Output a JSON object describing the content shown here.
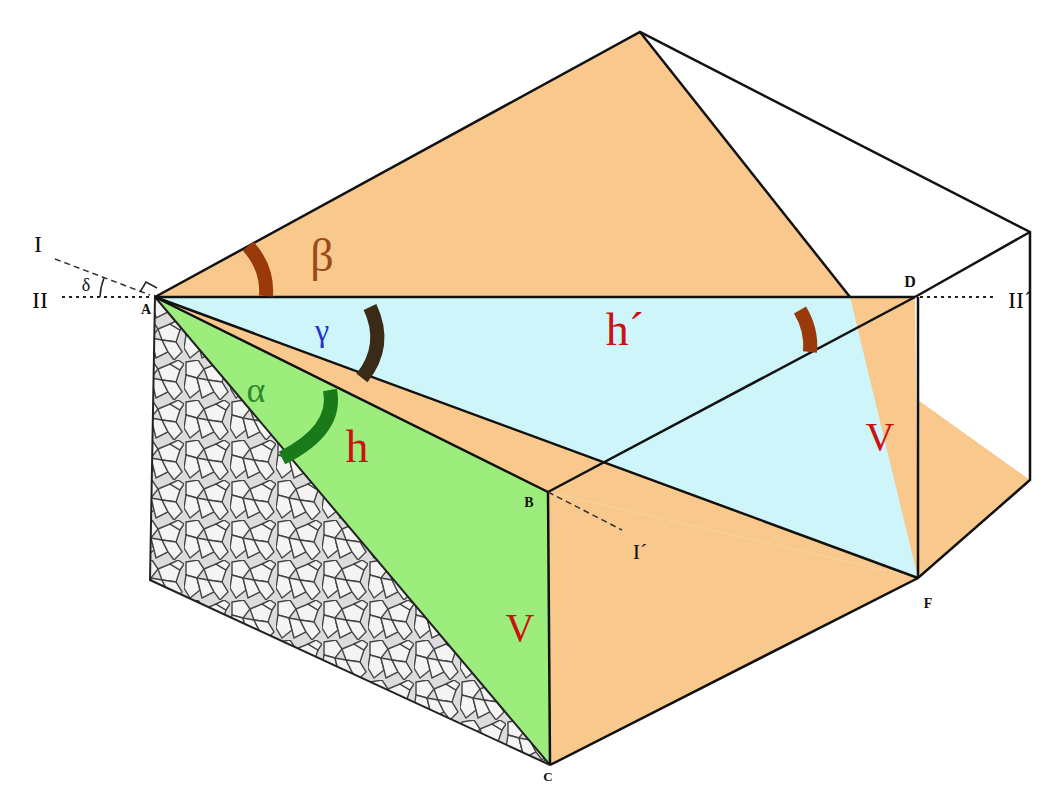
{
  "diagram": {
    "labels": [
      "I",
      "δ",
      "II",
      "A",
      "β",
      "γ",
      "h´",
      "D",
      "II´",
      "α",
      "h",
      "V",
      "B",
      "I´",
      "V",
      "F",
      "C"
    ]
  }
}
